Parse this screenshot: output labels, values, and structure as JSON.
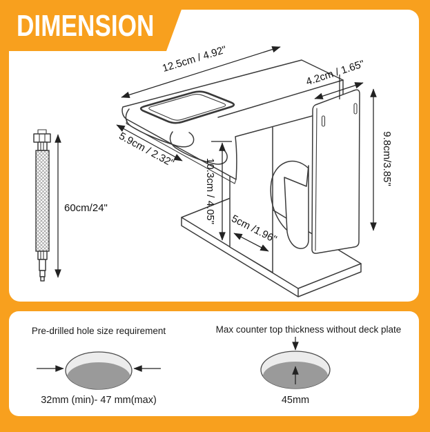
{
  "banner": {
    "title": "DIMENSION"
  },
  "colors": {
    "accent": "#F8A01E",
    "line": "#3A3A3A",
    "hole_light": "#ECECEC",
    "hole_dark": "#9A9A9A"
  },
  "faucet_dims": {
    "top_length": "12.5cm / 4.92\"",
    "spout_depth": "5.9cm / 2.32\"",
    "handle_width": "4.2cm / 1.65\"",
    "handle_height": "9.8cm/3.85\"",
    "body_height": "10.3cm / 4.05\"",
    "base_depth": "5cm /1.96\"",
    "hose_length": "60cm/24\""
  },
  "notes": {
    "left": {
      "title": "Pre-drilled hole size requirement",
      "value": "32mm (min)- 47 mm(max)"
    },
    "right": {
      "title": "Max counter top thickness without deck plate",
      "value": "45mm"
    }
  }
}
